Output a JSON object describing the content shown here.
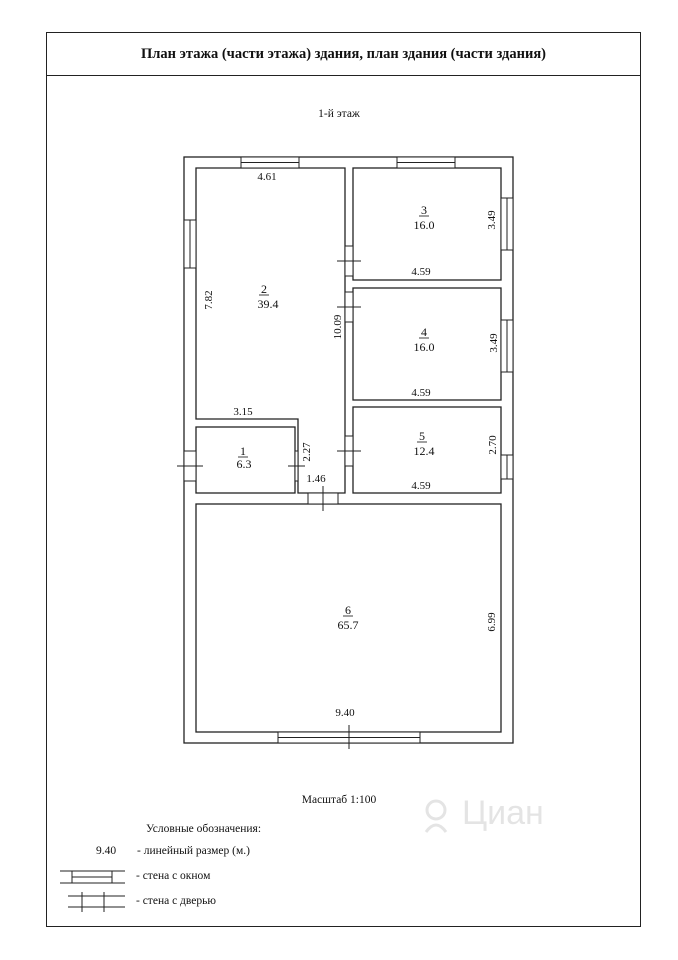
{
  "header": {
    "title": "План этажа (части этажа) здания, план здания (части здания)"
  },
  "floor_label": "1-й этаж",
  "scale_label": "Масштаб 1:100",
  "rooms": [
    {
      "id": "1",
      "number": "1",
      "area": "6.3"
    },
    {
      "id": "2",
      "number": "2",
      "area": "39.4"
    },
    {
      "id": "3",
      "number": "3",
      "area": "16.0"
    },
    {
      "id": "4",
      "number": "4",
      "area": "16.0"
    },
    {
      "id": "5",
      "number": "5",
      "area": "12.4"
    },
    {
      "id": "6",
      "number": "6",
      "area": "65.7"
    }
  ],
  "dimensions": {
    "room2_top": "4.61",
    "room2_left": "7.82",
    "room2_bottom": "3.15",
    "corridor_height": "10.09",
    "room3_bottom": "4.59",
    "room3_right": "3.49",
    "room4_bottom": "4.59",
    "room4_right": "3.49",
    "room5_bottom": "4.59",
    "room5_right": "2.70",
    "room1_right": "2.27",
    "passage_width": "1.46",
    "room6_bottom": "9.40",
    "room6_right": "6.99"
  },
  "legend": {
    "title": "Условные обозначения:",
    "sample_value": "9.40",
    "linear_size": "- линейный размер (м.)",
    "wall_window": "- стена с окном",
    "wall_door": "- стена с дверью"
  },
  "watermark": {
    "brand": "Циан"
  }
}
